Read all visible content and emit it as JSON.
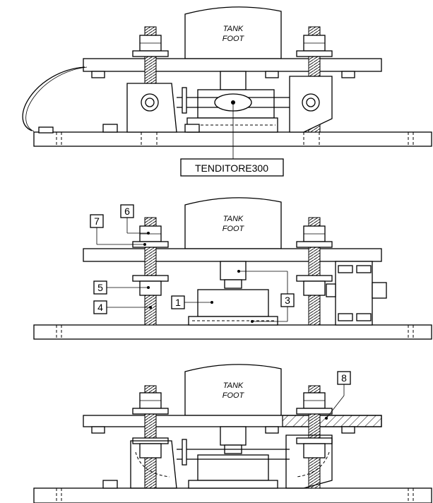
{
  "tank_foot_line1": "TANK",
  "tank_foot_line2": "FOOT",
  "tenditore_label": "TENDITORE300",
  "parts": {
    "p1": "1",
    "p3": "3",
    "p4": "4",
    "p5": "5",
    "p6": "6",
    "p7": "7",
    "p8": "8"
  }
}
